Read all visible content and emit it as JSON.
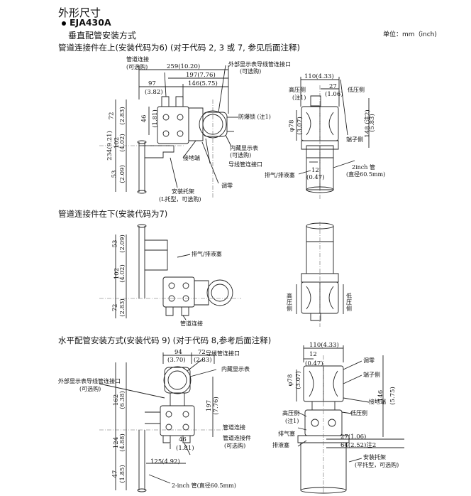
{
  "header": {
    "title": "外形尺寸",
    "model": "EJA430A",
    "unit": "单位：mm（inch)"
  },
  "section1": {
    "title": "垂直配管安装方式",
    "subtitle": "管道连接件在上(安装代码为6) (对于代码 2, 3 或 7, 参见后面注释)",
    "labels": {
      "pipe_conn": "管道连接",
      "optional": "(可选购)",
      "ext_display_conduit": "外部显示表导线管连接口",
      "explosion_lock": "防爆锁 (注1)",
      "internal_display": "内藏显示表",
      "internal_display_opt": "(可选购)",
      "conduit_conn": "导线管连接口",
      "ground": "接地端",
      "zero_adjust": "调零",
      "bracket": "安装托架",
      "bracket_opt": "(L托型，可选购)",
      "high_side": "高压侧",
      "high_side_note": "(注1)",
      "low_side": "低压侧",
      "terminal_side": "端子侧",
      "vent_drain": "排气/排液塞",
      "pipe_2in": "2inch 管",
      "pipe_2in_dia": "(直径60.5mm)"
    },
    "dims": {
      "d259": "259(10.20)",
      "d197": "197(7.76)",
      "d146": "146(5.75)",
      "d97": "97",
      "d97i": "(3.82)",
      "d72": "72",
      "d72i": "(2.83)",
      "d46": "46",
      "d46i": "(1.81)",
      "d102": "102",
      "d102i": "(4.02)",
      "d53": "53",
      "d53i": "(2.09)",
      "d234": "234(9.21)",
      "d110": "110(4.33)",
      "d27": "27",
      "d27i": "(1.06)",
      "d78": "φ78",
      "d78i": "(3.07)",
      "d148": "148 (注2)",
      "d148i": "(5.83)",
      "d12": "12",
      "d12i": "(0.47)"
    }
  },
  "section2": {
    "title": "管道连接件在下(安装代码为7)",
    "labels": {
      "vent_drain": "排气/排液塞",
      "pipe_conn": "管道连接",
      "high_side": "高压侧",
      "low_side": "低压侧"
    },
    "dims": {
      "d53": "53",
      "d53i": "(2.09)",
      "d102": "102",
      "d102i": "(4.02)",
      "d72": "72",
      "d72i": "(2.83)"
    }
  },
  "section3": {
    "title": "水平配管安装方式(安装代码 9) (对于代码 8,参考后面注释)",
    "labels": {
      "conduit_conn": "导线管连接口",
      "internal_display": "内藏显示表",
      "ext_display_conduit": "外部显示表导线管连接口",
      "optional": "(可选购)",
      "pipe_conn": "管道连接",
      "pipe_fitting": "管道连接件",
      "pipe_fitting_opt": "(可选购)",
      "pipe_2in": "2-inch 管(直径60.5mm)",
      "zero_adjust": "调零",
      "terminal_side": "端子侧",
      "ground": "接地端",
      "high_side": "高压侧",
      "high_side_note": "(注1)",
      "low_side": "低压侧",
      "vent_plug": "排气塞",
      "drain_plug": "排液塞",
      "bracket": "安装托架",
      "bracket_opt": "(平托型，可选购)"
    },
    "dims": {
      "d94": "94",
      "d94i": "(3.70)",
      "d72": "72",
      "d72i": "(2.83)",
      "d162": "162",
      "d162i": "(6.38)",
      "d197": "197",
      "d197i": "(7.76)",
      "d46": "46",
      "d46i": "(1.81)",
      "d124": "124",
      "d124i": "(4.88)",
      "d125": "125(4.92)",
      "d47": "47",
      "d47i": "(1.85)",
      "d110": "110(4.33)",
      "d12": "12",
      "d12i": "(0.47)",
      "d78": "φ78",
      "d78i": "(3.07)",
      "d146": "146",
      "d146i": "(5.75)",
      "d27": "27(1.06)",
      "d64": "64(2.52)注2"
    }
  }
}
